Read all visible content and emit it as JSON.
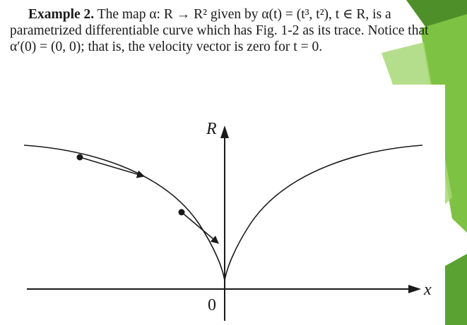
{
  "text": {
    "heading": "Example 2.",
    "line1": "The map α: R → R² given by α(t) = (t³, t²), t ∈ R, is a",
    "line2": "parametrized differentiable curve which has Fig. 1-2 as its trace. Notice that",
    "line3": "α′(0) = (0, 0); that is, the velocity vector is zero for t = 0."
  },
  "figure": {
    "y_axis_label": "R",
    "x_axis_label": "x",
    "origin_label": "0"
  },
  "colors": {
    "ink": "#1a1a1a",
    "accent_green": "#7dc242",
    "accent_green_dark": "#4f8f2a",
    "accent_green_light": "#a8d878"
  }
}
